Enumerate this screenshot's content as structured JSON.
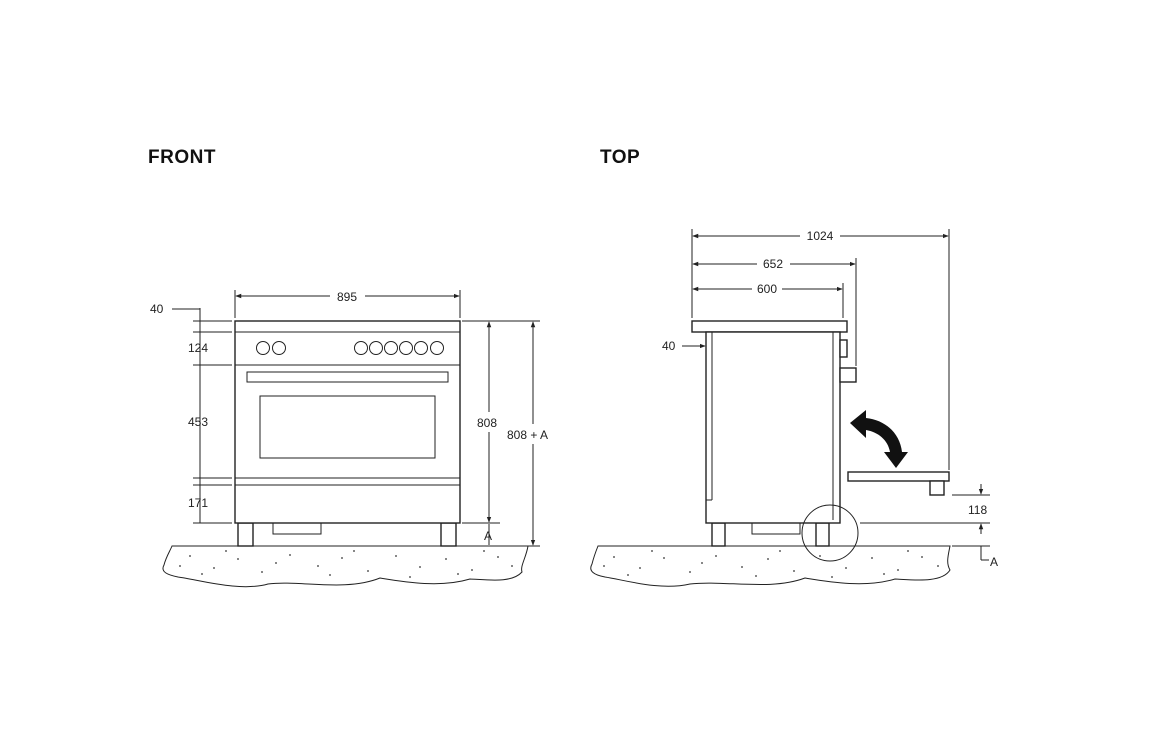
{
  "front": {
    "title": "FRONT",
    "dims": {
      "width": "895",
      "top_offset": "40",
      "control_panel": "124",
      "oven_door": "453",
      "drawer": "171",
      "height": "808",
      "height_total": "808 + A",
      "feet": "A"
    }
  },
  "top": {
    "title": "TOP",
    "dims": {
      "overall_depth": "1024",
      "depth_handle": "652",
      "depth_body": "600",
      "top_offset": "40",
      "door_clearance": "118",
      "feet": "A"
    }
  }
}
